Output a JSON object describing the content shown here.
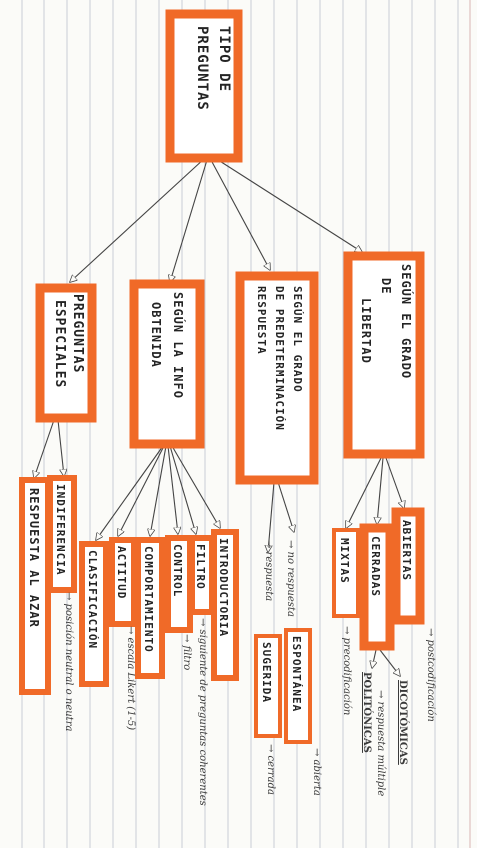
{
  "root": {
    "line1": "TIPO DE",
    "line2": "PREGUNTAS"
  },
  "branches": {
    "especiales": {
      "line1": "PREGUNTAS",
      "line2": "ESPECIALES"
    },
    "info": {
      "line1": "SEGÚN LA INFO",
      "line2": "OBTENIDA"
    },
    "predeterminacion": {
      "line1": "SEGÚN EL GRADO",
      "line2": "DE PREDETERMINACIÓN",
      "line3": "RESPUESTA"
    },
    "libertad": {
      "line1": "SEGÚN EL GRADO",
      "line2": "DE",
      "line3": "LIBERTAD"
    }
  },
  "leaves": {
    "respuesta_azar": "RESPUESTA AL AZAR",
    "indiferencia": "INDIFERENCIA",
    "clasificacion": "CLASIFICACIÓN",
    "actitud": "ACTITUD",
    "comportamiento": "COMPORTAMIENTO",
    "control": "CONTROL",
    "filtro": "FILTRO",
    "introductoria": "INTRODUCTORIA",
    "sugerida": "SUGERIDA",
    "espontanea": "ESPONTÁNEA",
    "mixtas": "MIXTAS",
    "cerradas": "CERRADAS",
    "abiertas": "ABIERTAS",
    "dicotomicas": "DICOTÓMICAS",
    "politonicas": "POLITÓNICAS"
  },
  "notes": {
    "indiferencia_note": "→ posición neutral o neutra",
    "actitud_note": "→ escala Likert (1-5)",
    "control_note": "→ filtro",
    "introductoria_note": "→ siguiente de preguntas coherentes",
    "sugerida_note": "→ respuesta",
    "sugerida_note2": "→ cerrada",
    "espontanea_note": "→ no respuesta",
    "espontanea_note2": "→ abierta",
    "mixtas_note": "→ precodificación",
    "politonicas_note": "→ respuesta múltiple",
    "abiertas_note": "→ postcodificación"
  }
}
